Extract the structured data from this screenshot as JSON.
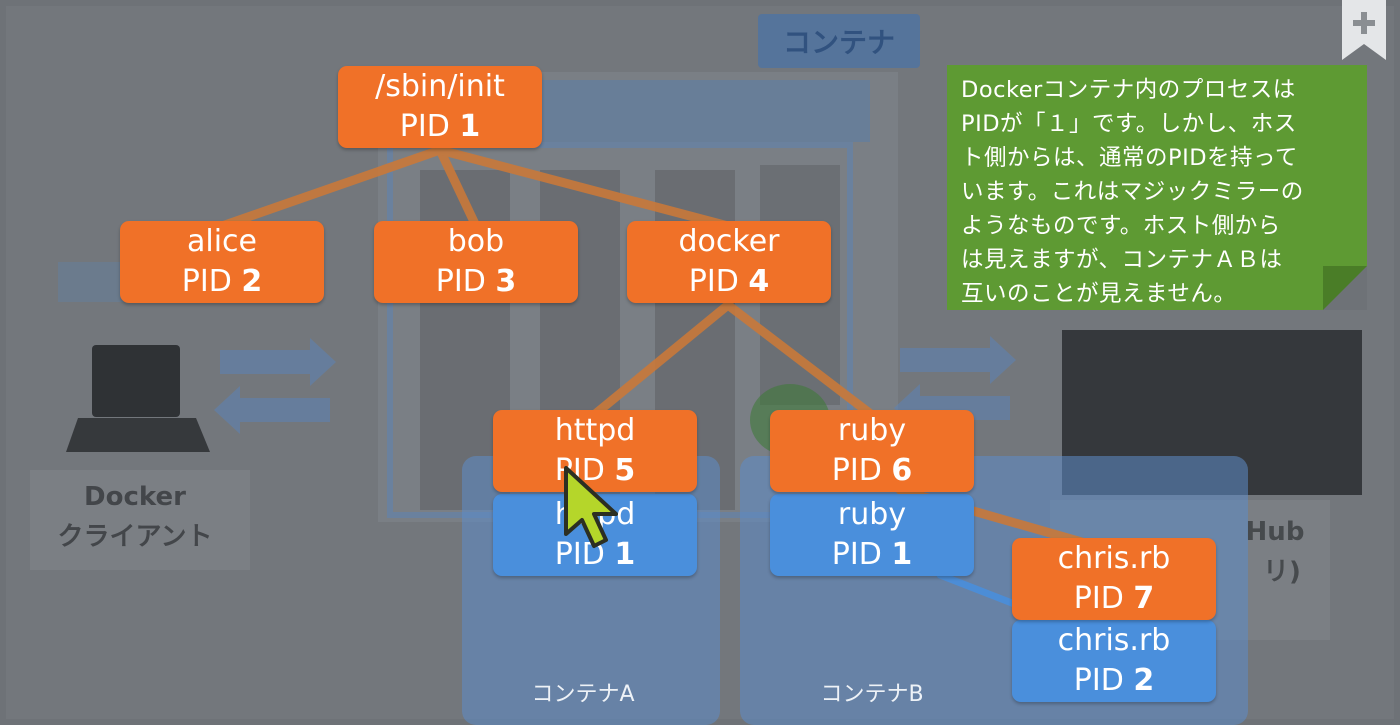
{
  "background": {
    "container_header": "コンテナ",
    "client_label_line1": "Docker",
    "client_label_line2": "クライアント",
    "hub_label_fragment": "Hub",
    "hub_label_fragment2": "リ)"
  },
  "nodes": {
    "init": {
      "name": "/sbin/init",
      "pid_label": "PID",
      "pid": "1"
    },
    "alice": {
      "name": "alice",
      "pid_label": "PID",
      "pid": "2"
    },
    "bob": {
      "name": "bob",
      "pid_label": "PID",
      "pid": "3"
    },
    "docker": {
      "name": "docker",
      "pid_label": "PID",
      "pid": "4"
    },
    "httpd_host": {
      "name": "httpd",
      "pid_label": "PID",
      "pid": "5"
    },
    "httpd_container": {
      "name": "httpd",
      "pid_label": "PID",
      "pid": "1"
    },
    "ruby_host": {
      "name": "ruby",
      "pid_label": "PID",
      "pid": "6"
    },
    "ruby_container": {
      "name": "ruby",
      "pid_label": "PID",
      "pid": "1"
    },
    "chris_host": {
      "name": "chris.rb",
      "pid_label": "PID",
      "pid": "7"
    },
    "chris_container": {
      "name": "chris.rb",
      "pid_label": "PID",
      "pid": "2"
    }
  },
  "containers": {
    "a": {
      "label": "コンテナA"
    },
    "b": {
      "label": "コンテナB"
    }
  },
  "note": {
    "lines": [
      "Dockerコンテナ内のプロセスは",
      "PIDが「１」です。しかし、ホス",
      "ト側からは、通常のPIDを持って",
      "います。これはマジックミラーの",
      "ようなものです。ホスト側から",
      "は見えますが、コンテナＡＢは",
      "互いのことが見えません。"
    ]
  },
  "colors": {
    "host_process": "#f07128",
    "container_process": "#4a8fdc",
    "note_background": "#5e9a33",
    "edge": "#c9793a"
  },
  "icons": {
    "bookmark": "bookmark-plus-icon",
    "pointer": "mouse-pointer-icon"
  }
}
